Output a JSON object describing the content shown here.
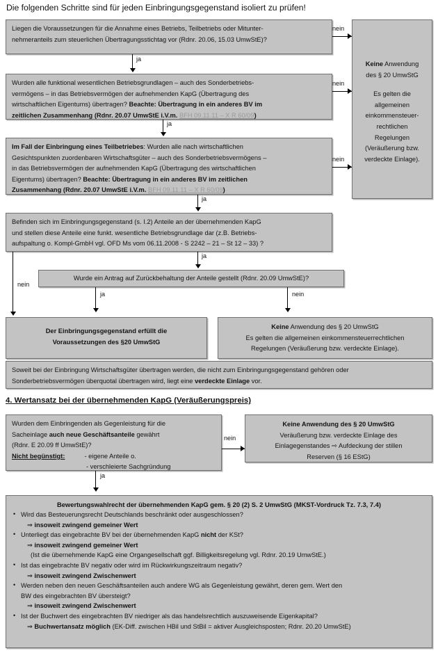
{
  "page": {
    "title": "Die folgenden Schritte sind für jeden Einbringungsgegenstand isoliert zu prüfen!",
    "section4_heading": "4. Wertansatz bei der übernehmenden KapG (Veräußerungspreis)"
  },
  "labels": {
    "nein": "nein",
    "ja": "ja"
  },
  "boxes": {
    "q1": {
      "line1": "Liegen die Voraussetzungen für die Annahme eines Betriebs, Teilbetriebs oder Mitunter-",
      "line2": "nehmeranteils zum steuerlichen Übertragungsstichtag vor (Rdnr. 20.06, 15.03 UmwStE)?"
    },
    "q2": {
      "line1": "Wurden alle funktional wesentlichen Betriebsgrundlagen – auch des Sonderbetriebs-",
      "line2": "vermögens – in das Betriebsvermögen der aufnehmenden KapG (Übertragung des",
      "line3_a": "wirtschaftlichen Eigentums) übertragen?",
      "line3_b": "Beachte: Übertragung in ein anderes BV im",
      "line4_a": "zeitlichen Zusammenhang (Rdnr. 20.07 UmwStE i.V.m.",
      "line4_link": "BFH 09.11.11 – X R 60/09",
      "line4_b": ")"
    },
    "q3": {
      "line1_a": "Im Fall der Einbringung eines Teilbetriebes",
      "line1_b": ": Wurden alle nach wirtschaftlichen",
      "line2": "Gesichtspunkten zuordenbaren Wirtschaftsgüter  – auch des Sonderbetriebsvermögens –",
      "line3": "in das Betriebsvermögen der aufnehmenden KapG (Übertragung des wirtschaftlichen",
      "line4_a": "Eigentums) übertragen?",
      "line4_b": "Beachte: Übertragung in ein anderes BV im zeitlichen",
      "line5_a": "Zusammenhang (Rdnr. 20.07 UmwStE i.V.m.",
      "line5_link": "BFH 09.11.11 – X R 60/09",
      "line5_b": ")"
    },
    "q4": {
      "line1": "Befinden sich im Einbringungsgegenstand (s. I.2) Anteile an der übernehmenden KapG",
      "line2": "und stellen diese Anteile eine funkt. wesentliche Betriebsgrundlage dar (z.B. Betriebs-",
      "line3": "aufspaltung o. Kompl-GmbH vgl. OFD Ms vom 06.11.2008 - S 2242 – 21 – St 12 – 33) ?"
    },
    "q5": {
      "line1": "Wurde ein Antrag auf Zurückbehaltung der Anteile gestellt (Rdnr. 20.09 UmwStE)?"
    },
    "result_right_top": {
      "line1_a": "Keine",
      "line1_b": " Anwendung",
      "line2": "des § 20 UmwStG",
      "line3": "Es gelten die",
      "line4": "allgemeinen",
      "line5": "einkommensteuer-",
      "line6": "rechtlichen",
      "line7": "Regelungen",
      "line8": "(Veräußerung bzw.",
      "line9": "verdeckte Einlage)."
    },
    "result_ok": {
      "line1": "Der Einbringungsgegenstand erfüllt die",
      "line2": "Voraussetzungen des §20 UmwStG"
    },
    "result_no": {
      "line1_a": "Keine",
      "line1_b": " Anwendung des § 20 UmwStG",
      "line2": "Es gelten die allgemeinen einkommensteuerrechtlichen",
      "line3": "Regelungen (Veräußerung bzw. verdeckte Einlage)."
    },
    "note": {
      "line1": "Soweit bei der Einbringung Wirtschaftsgüter übertragen werden, die nicht zum Einbringungsgegenstand gehören oder",
      "line2_a": "Sonderbetriebsvermögen überquotal übertragen wird, liegt eine ",
      "line2_b": "verdeckte Einlage",
      "line2_c": " vor."
    },
    "q6": {
      "line1": "Wurden dem Einbringenden als Gegenleistung für die",
      "line2_a": "Sacheinlage ",
      "line2_b": "auch neue Geschäftsanteile",
      "line2_c": " gewährt",
      "line3": "(Rdnr. E 20.09 ff UmwStE)?",
      "line4_a": "Nicht begünstigt:",
      "line4_b": "- eigene Anteile o.",
      "line5": "- verschleierte Sachgründung"
    },
    "result_no2": {
      "line1": "Keine Anwendung des § 20 UmwStG",
      "line2": "Veräußerung bzw. verdeckte Einlage des",
      "line3": "Einlagegenstandes ⇨ Aufdeckung der stillen",
      "line4": "Reserven (§ 16 EStG)"
    },
    "final": {
      "title": "Bewertungswahlrecht der übernehmenden KapG  gem. § 20 (2) S. 2 UmwStG (MKST-Vordruck Tz. 7.3, 7.4)",
      "items": [
        {
          "q": "Wird das Besteuerungsrecht Deutschlands beschränkt oder ausgeschlossen?",
          "a": "insoweit zwingend gemeiner Wert"
        },
        {
          "q_a": "Unterliegt das eingebrachte BV bei der übernehmenden KapG ",
          "q_b": "nicht",
          "q_c": " der KSt?",
          "a": "insoweit  zwingend gemeiner Wert",
          "extra": "(Ist die übernehmende KapG eine Organgesellschaft ggf. Billigkeitsregelung vgl. Rdnr. 20.19 UmwStE.)"
        },
        {
          "q": "Ist das eingebrachte BV negativ oder wird im Rückwirkungszeitraum negativ?",
          "a": "insoweit zwingend Zwischenwert"
        },
        {
          "q": "Werden neben den  neuen Geschäftsanteilen auch andere WG als Gegenleistung gewährt, deren gem. Wert den",
          "q2": "BW des eingebrachten BV übersteigt?",
          "a": "insoweit zwingend Zwischenwert"
        },
        {
          "q": "Ist der Buchwert des eingebrachten BV niedriger als das handelsrechtlich auszuweisende Eigenkapital?",
          "a_b": "Buchwertansatz möglich",
          "a_rest": " (EK-Diff. zwischen HBil und StBil = aktiver Ausgleichsposten; Rdnr. 20.20 UmwStE)"
        }
      ]
    }
  },
  "colors": {
    "box_fill": "#c3c3c3",
    "box_border": "#6f6f6f",
    "link": "#9a9a9a",
    "text": "#141414"
  }
}
